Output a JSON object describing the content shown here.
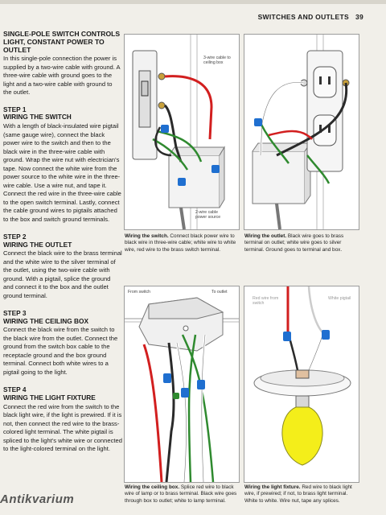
{
  "running_head": {
    "section": "SWITCHES AND OUTLETS",
    "page_number": "39"
  },
  "intro": {
    "title": "Single-pole switch controls light, constant power to outlet",
    "body": "In this single-pole connection the power is supplied by a two-wire cable with ground. A three-wire cable with ground goes to the light and a two-wire cable with ground to the outlet."
  },
  "steps": [
    {
      "head": "Step 1",
      "title": "Wiring the switch",
      "body": "With a length of black-insulated wire pigtail (same gauge wire), connect the black power wire to the switch and then to the black wire in the three-wire cable with ground. Wrap the wire nut with electrician's tape. Now connect the white wire from the power source to the white wire in the three-wire cable. Use a wire nut, and tape it. Connect the red wire in the three-wire cable to the open switch terminal. Lastly, connect the cable ground wires to pigtails attached to the box and switch ground terminals."
    },
    {
      "head": "Step 2",
      "title": "Wiring the outlet",
      "body": "Connect the black wire to the brass terminal and the white wire to the silver terminal of the outlet, using the two-wire cable with ground. With a pigtail, splice the ground and connect it to the box and the outlet ground terminal."
    },
    {
      "head": "Step 3",
      "title": "Wiring the ceiling box",
      "body": "Connect the black wire from the switch to the black wire from the outlet. Connect the ground from the switch box cable to the receptacle ground and the box ground terminal. Connect both white wires to a pigtail going to the light."
    },
    {
      "head": "Step 4",
      "title": "Wiring the light fixture",
      "body": "Connect the red wire from the switch to the black light wire, if the light is prewired. If it is not, then connect the red wire to the brass-colored light terminal. The white pigtail is spliced to the light's white wire or connected to the light-colored terminal on the light."
    }
  ],
  "figures": {
    "switch": {
      "callout_top": "3-wire cable to ceiling box",
      "callout_bottom": "2-wire cable power source",
      "caption_bold": "Wiring the switch.",
      "caption": "Connect black power wire to black wire in three-wire cable; white wire to white wire, red wire to the brass switch terminal."
    },
    "outlet": {
      "caption_bold": "Wiring the outlet.",
      "caption": "Black wire goes to brass terminal on outlet; white wire goes to silver terminal. Ground goes to terminal and box."
    },
    "ceiling": {
      "label_left": "From switch",
      "label_right": "To outlet",
      "caption_bold": "Wiring the ceiling box.",
      "caption": "Splice red wire to black wire of lamp or to brass terminal. Black wire goes through box to outlet; white to lamp terminal."
    },
    "light": {
      "label_left": "Red wire from switch",
      "label_right": "White pigtail",
      "caption_bold": "Wiring the light fixture.",
      "caption": "Red wire to black light wire, if prewired; if not, to brass light terminal. White to white. Wire nut, tape any splices."
    }
  },
  "watermark": "Antikvarium",
  "colors": {
    "red_wire": "#d21f1f",
    "black_wire": "#2a2a2a",
    "ground_wire": "#2f8a2f",
    "wire_nut": "#1f6fd0",
    "bulb": "#f4ee1a"
  }
}
